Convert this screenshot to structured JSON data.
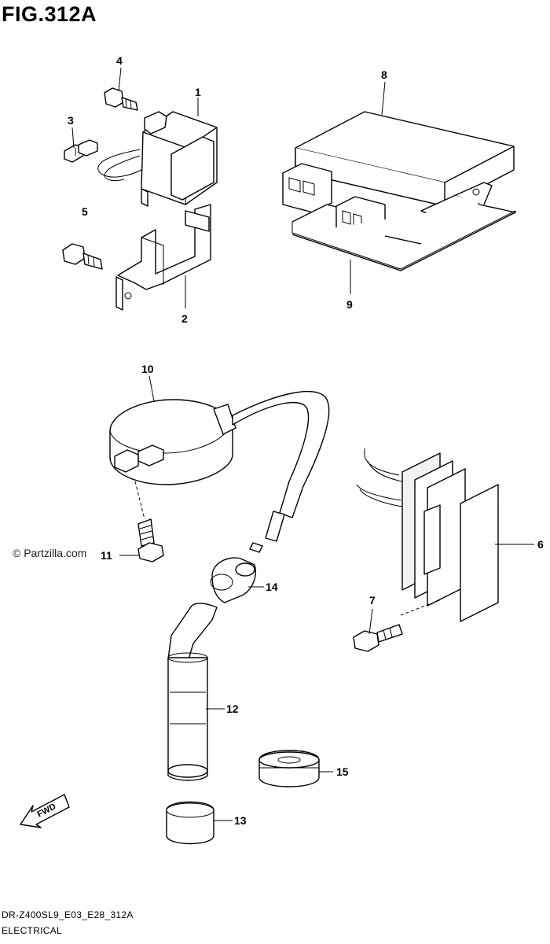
{
  "figure": {
    "title": "FIG.312A",
    "watermark": "© Partzilla.com",
    "fwd_label": "FWD",
    "footer_code": "DR-Z400SL9_E03_E28_312A",
    "footer_name": "ELECTRICAL"
  },
  "callouts": [
    {
      "id": "1",
      "label": "1"
    },
    {
      "id": "2",
      "label": "2"
    },
    {
      "id": "3",
      "label": "3"
    },
    {
      "id": "4",
      "label": "4"
    },
    {
      "id": "5",
      "label": "5"
    },
    {
      "id": "6",
      "label": "6"
    },
    {
      "id": "7",
      "label": "7"
    },
    {
      "id": "8",
      "label": "8"
    },
    {
      "id": "9",
      "label": "9"
    },
    {
      "id": "10",
      "label": "10"
    },
    {
      "id": "11",
      "label": "11"
    },
    {
      "id": "12",
      "label": "12"
    },
    {
      "id": "13",
      "label": "13"
    },
    {
      "id": "14",
      "label": "14"
    },
    {
      "id": "15",
      "label": "15"
    }
  ]
}
